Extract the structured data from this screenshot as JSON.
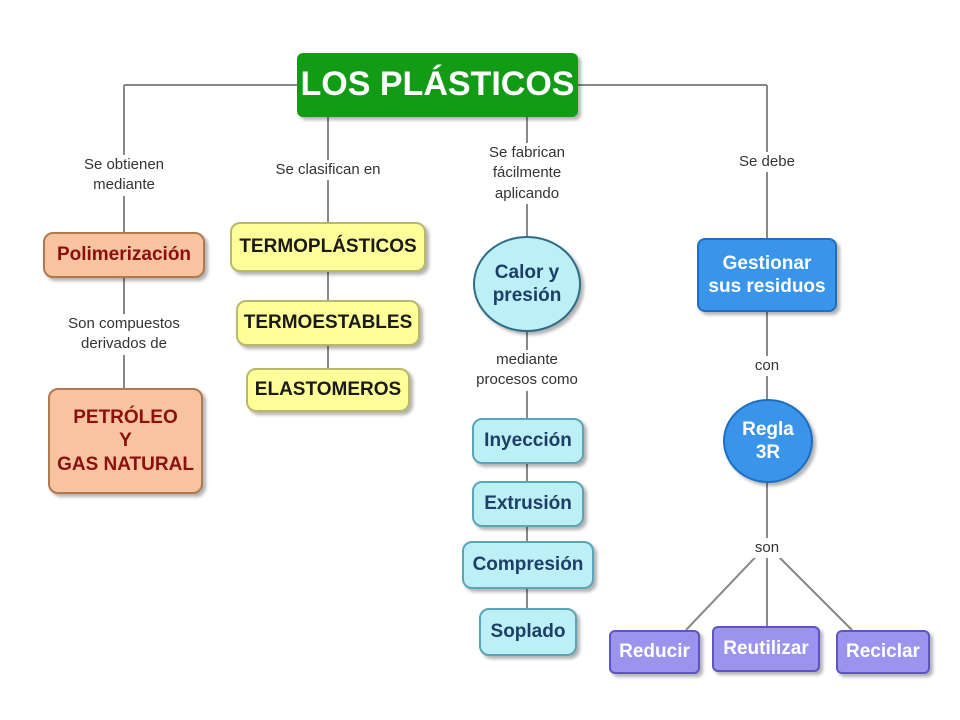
{
  "colors": {
    "root_fill": "#129b14",
    "orange_fill": "#f8c4a0",
    "orange_text": "#8b0f0f",
    "yellow_fill": "#ffff99",
    "cyan_fill": "#bdeff6",
    "blue_fill": "#3a95ea",
    "violet_fill": "#9b94ef",
    "line": "#888888"
  },
  "root": {
    "title": "LOS PLÁSTICOS"
  },
  "branches": {
    "obtencion": {
      "link_label": "Se obtienen\nmediante",
      "node": "Polimerización",
      "sub_label": "Son compuestos\nderivados de",
      "sub_node": "PETRÓLEO\nY\nGAS NATURAL"
    },
    "clasificacion": {
      "link_label": "Se clasifican en",
      "items": [
        "TERMOPLÁSTICOS",
        "TERMOESTABLES",
        "ELASTOMEROS"
      ]
    },
    "fabricacion": {
      "link_label": "Se fabrican\nfácilmente\naplicando",
      "node": "Calor y\npresión",
      "sub_label": "mediante\nprocesos como",
      "processes": [
        "Inyección",
        "Extrusión",
        "Compresión",
        "Soplado"
      ]
    },
    "gestion": {
      "link_label": "Se debe",
      "node": "Gestionar\nsus residuos",
      "con_label": "con",
      "regla": "Regla\n3R",
      "son_label": "son",
      "actions": [
        "Reducir",
        "Reutilizar",
        "Reciclar"
      ]
    }
  }
}
